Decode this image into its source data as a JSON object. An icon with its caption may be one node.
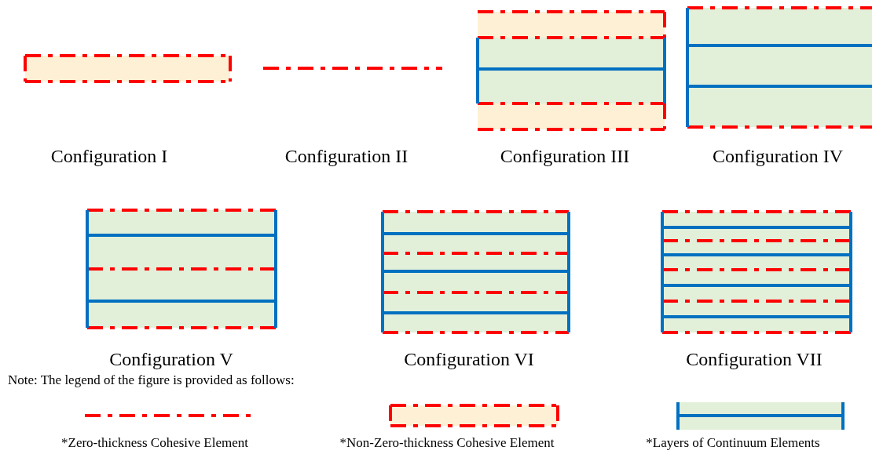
{
  "diagram": {
    "labels": [
      "Configuration I",
      "Configuration II",
      "Configuration III",
      "Configuration IV",
      "Configuration V",
      "Configuration VI",
      "Configuration VII",
      "Note: The legend of the figure is provided as follows:"
    ],
    "legend": [
      {
        "text": "*Zero-thickness Cohesive Element"
      },
      {
        "text": "*Non-Zero-thickness Cohesive Element"
      },
      {
        "text": "*Layers of Continuum Elements"
      }
    ]
  }
}
